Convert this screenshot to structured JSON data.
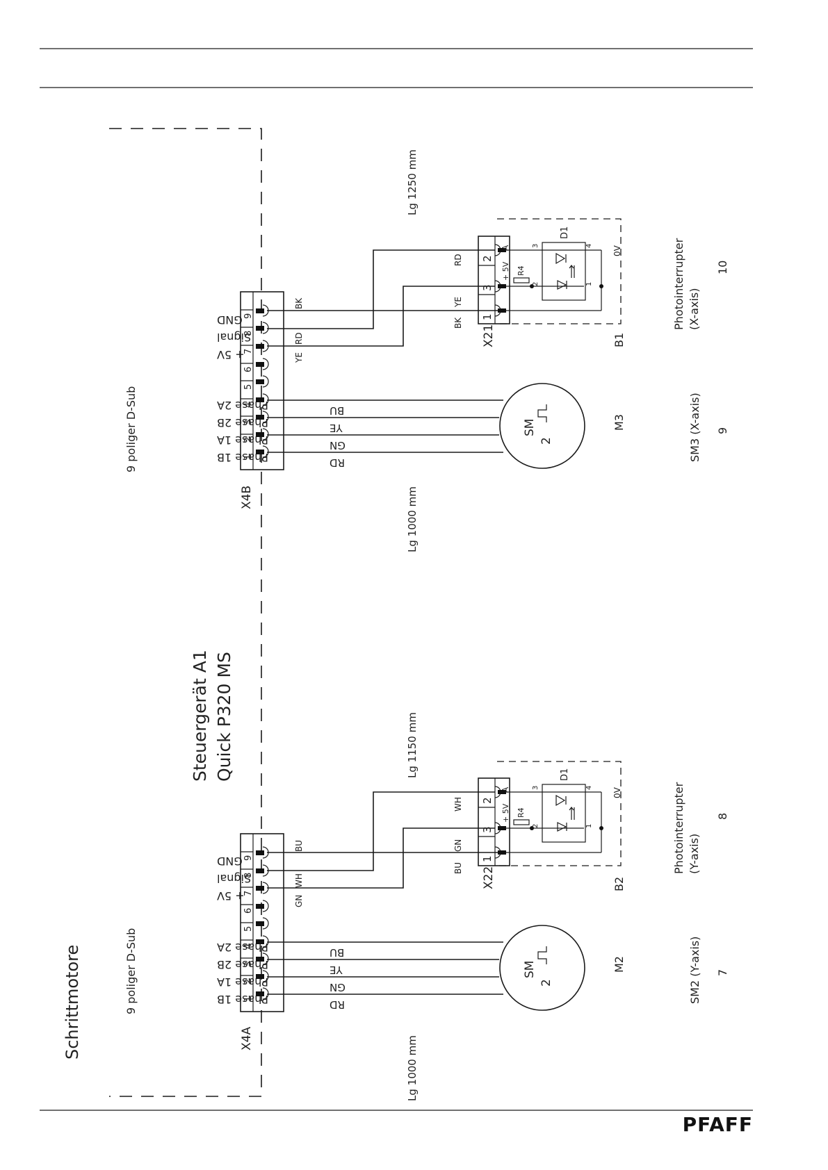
{
  "page_title": "Schrittmotore",
  "brand": "PFAFF",
  "controller": {
    "line1": "Steuergerät A1",
    "line2": "Quick P320 MS"
  },
  "dsub_caption": "9 poliger D-Sub",
  "connectors": {
    "x4a": "X4A",
    "x4b": "X4B",
    "x21": "X21",
    "x22": "X22"
  },
  "pin_numbers": [
    "1",
    "2",
    "3",
    "4",
    "5",
    "6",
    "7",
    "8",
    "9"
  ],
  "pin_labels": {
    "phase1b": "Phase 1B",
    "phase1a": "Phase 1A",
    "phase2b": "Phase 2B",
    "phase2a": "Phase 2A",
    "plus5v": "+ 5V",
    "signal": "Signal",
    "gnd": "GND"
  },
  "wire_colors": {
    "rd": "RD",
    "gn": "GN",
    "ye": "YE",
    "bu": "BU",
    "bk": "BK",
    "wh": "WH"
  },
  "cable_lengths": {
    "x_motor": "Lg 1000 mm",
    "x_sensor": "Lg 1250 mm",
    "y_motor": "Lg 1000 mm",
    "y_sensor": "Lg 1150 mm"
  },
  "motor": {
    "sm": "SM",
    "step": "2"
  },
  "motors": {
    "m3": "M3",
    "m2": "M2",
    "sm3_desc": "SM3 (X-axis)",
    "sm2_desc": "SM2 (Y-axis)",
    "sm3_index": "9",
    "sm2_index": "7"
  },
  "sensor_pins": {
    "p2": "2",
    "p3": "3",
    "p1": "1",
    "a": "A",
    "plus5v": "+ 5V"
  },
  "sensors": {
    "b1": "B1",
    "b2": "B2",
    "d1": "D1",
    "r4": "R4",
    "zero_v": "0V",
    "n1": "1",
    "n2": "2",
    "n3": "3",
    "n4": "4",
    "b1_name": "Photointerrupter",
    "b1_axis": "(X-axis)",
    "b1_index": "10",
    "b2_name": "Photointerrupter",
    "b2_axis": "(Y-axis)",
    "b2_index": "8"
  }
}
